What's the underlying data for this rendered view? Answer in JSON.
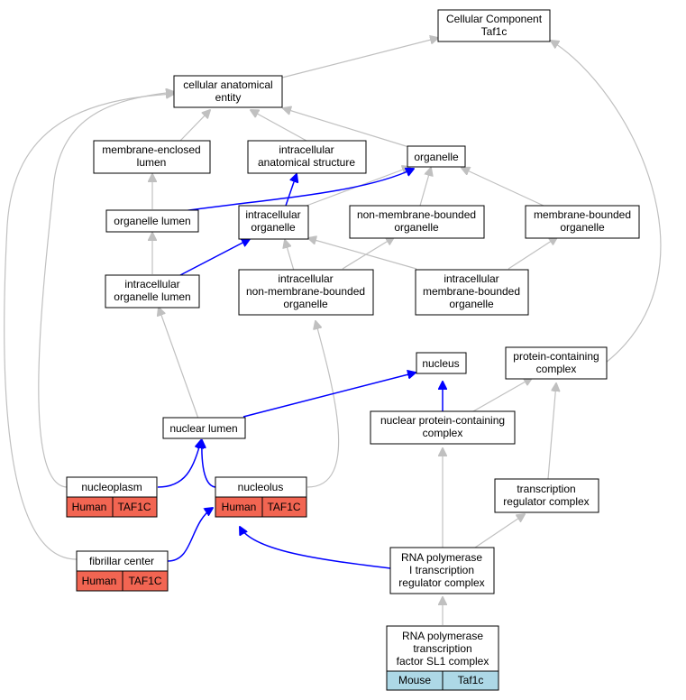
{
  "nodes": {
    "cellular_component": [
      "Cellular Component",
      "Taf1c"
    ],
    "cellular_anatomical_entity": [
      "cellular anatomical",
      "entity"
    ],
    "membrane_enclosed_lumen": [
      "membrane-enclosed",
      "lumen"
    ],
    "intracellular_anatomical_structure": [
      "intracellular",
      "anatomical structure"
    ],
    "organelle": [
      "organelle"
    ],
    "organelle_lumen": [
      "organelle lumen"
    ],
    "intracellular_organelle": [
      "intracellular",
      "organelle"
    ],
    "non_membrane_bounded_organelle": [
      "non-membrane-bounded",
      "organelle"
    ],
    "membrane_bounded_organelle": [
      "membrane-bounded",
      "organelle"
    ],
    "intracellular_organelle_lumen": [
      "intracellular",
      "organelle lumen"
    ],
    "intracellular_non_membrane_bounded_organelle": [
      "intracellular",
      "non-membrane-bounded",
      "organelle"
    ],
    "intracellular_membrane_bounded_organelle": [
      "intracellular",
      "membrane-bounded",
      "organelle"
    ],
    "nucleus": [
      "nucleus"
    ],
    "protein_containing_complex": [
      "protein-containing",
      "complex"
    ],
    "nuclear_lumen": [
      "nuclear lumen"
    ],
    "nuclear_protein_containing_complex": [
      "nuclear protein-containing",
      "complex"
    ],
    "nucleoplasm": [
      "nucleoplasm"
    ],
    "nucleolus": [
      "nucleolus"
    ],
    "transcription_regulator_complex": [
      "transcription",
      "regulator complex"
    ],
    "fibrillar_center": [
      "fibrillar center"
    ],
    "rna_pol_i_regulator_complex": [
      "RNA polymerase",
      "I transcription",
      "regulator complex"
    ],
    "sl1_complex": [
      "RNA polymerase",
      "transcription",
      "factor SL1 complex"
    ]
  },
  "badges": {
    "nucleoplasm": [
      "Human",
      "TAF1C"
    ],
    "nucleolus": [
      "Human",
      "TAF1C"
    ],
    "fibrillar_center": [
      "Human",
      "TAF1C"
    ],
    "sl1_complex": [
      "Mouse",
      "Taf1c"
    ]
  },
  "colors": {
    "edge_gray": "#c0c0c0",
    "edge_blue": "#0000ff",
    "badge_human": "#f26552",
    "badge_mouse": "#add8e6"
  }
}
